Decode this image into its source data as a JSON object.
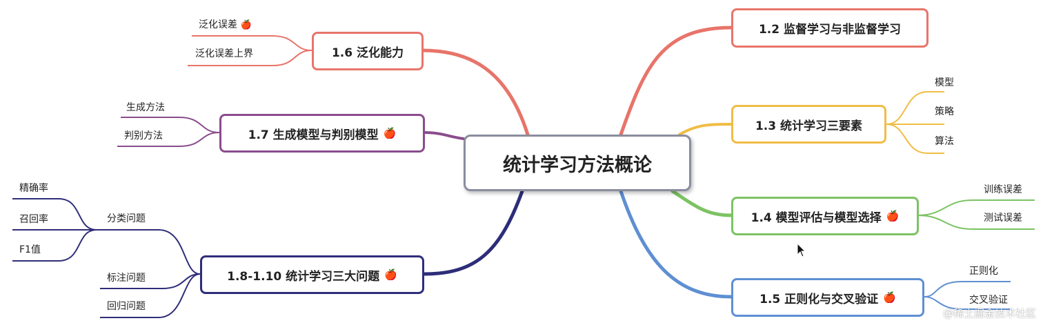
{
  "mindmap": {
    "root": {
      "label": "统计学习方法概论"
    },
    "topics": {
      "supervised": {
        "label": "1.2 监督学习与非监督学习",
        "color": "#e8746a"
      },
      "elements": {
        "label": "1.3 统计学习三要素",
        "color": "#f0bd45",
        "children": [
          "模型",
          "策略",
          "算法"
        ]
      },
      "evaluation": {
        "label": "1.4 模型评估与模型选择",
        "color": "#7cc363",
        "marker": "🍎",
        "children": [
          "训练误差",
          "测试误差"
        ]
      },
      "regularization": {
        "label": "1.5 正则化与交叉验证",
        "color": "#5e8fd2",
        "marker": "🍎",
        "children": [
          "正则化",
          "交叉验证"
        ]
      },
      "generalization": {
        "label": "1.6 泛化能力",
        "color": "#e8746a",
        "children": [
          "泛化误差",
          "泛化误差上界"
        ],
        "child_markers": [
          "🍎",
          ""
        ]
      },
      "generative": {
        "label": "1.7 生成模型与判别模型",
        "color": "#8a4c8c",
        "marker": "🍎",
        "children": [
          "生成方法",
          "判别方法"
        ]
      },
      "problems": {
        "label": "1.8-1.10 统计学习三大问题",
        "color": "#2e2d7a",
        "marker": "🍎",
        "children": [
          "分类问题",
          "标注问题",
          "回归问题"
        ],
        "classification_children": [
          "精确率",
          "召回率",
          "F1值"
        ]
      }
    },
    "root_border_color": "#8a8d9e"
  },
  "watermark": "@稀土掘金技术社区"
}
